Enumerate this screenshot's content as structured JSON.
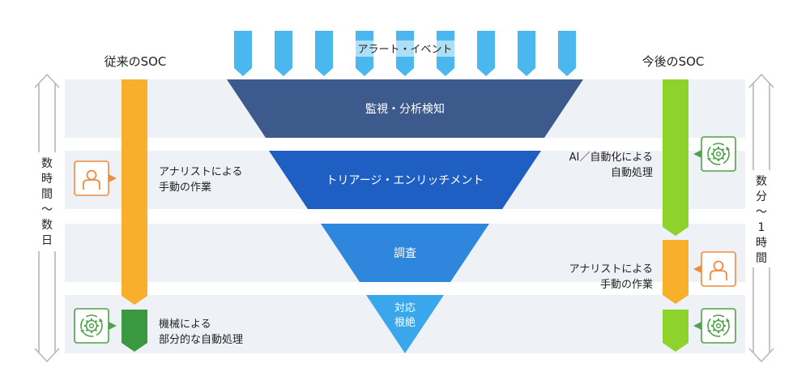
{
  "colors": {
    "band": "#eef1f6",
    "funnel_1": "#3d5a8c",
    "funnel_2": "#1f5fc4",
    "funnel_3": "#2f86dd",
    "funnel_4": "#3aa7ec",
    "alert_arrow": "#4ab8ee",
    "traditional_bar": "#f8b02c",
    "traditional_machine": "#3a9940",
    "future_bar": "#8ed22c",
    "icon_orange": "#f28a3c",
    "icon_green": "#4fa24a",
    "double_arrow": "#b0b8c4"
  },
  "header": {
    "traditional_label": "従来のSOC",
    "future_label": "今後のSOC",
    "alerts_label": "アラート・イベント"
  },
  "funnel": {
    "stage_1": "監視・分析検知",
    "stage_2": "トリアージ・エンリッチメント",
    "stage_3": "調査",
    "stage_4_line_1": "対応",
    "stage_4_line_2": "根絶"
  },
  "traditional": {
    "analyst_line_1": "アナリストによる",
    "analyst_line_2": "手動の作業",
    "machine_line_1": "機械による",
    "machine_line_2": "部分的な自動処理",
    "duration": [
      "数",
      "時",
      "間",
      "〜",
      "数",
      "日"
    ],
    "analyst_icon": "person-icon",
    "machine_icon": "gear-cycle-icon"
  },
  "future": {
    "ai_line_1": "AI／自動化による",
    "ai_line_2": "自動処理",
    "analyst_line_1": "アナリストによる",
    "analyst_line_2": "手動の作業",
    "duration": [
      "数",
      "分",
      "〜",
      "1",
      "時",
      "間"
    ],
    "analyst_icon": "person-icon",
    "machine_icon": "gear-cycle-icon"
  }
}
